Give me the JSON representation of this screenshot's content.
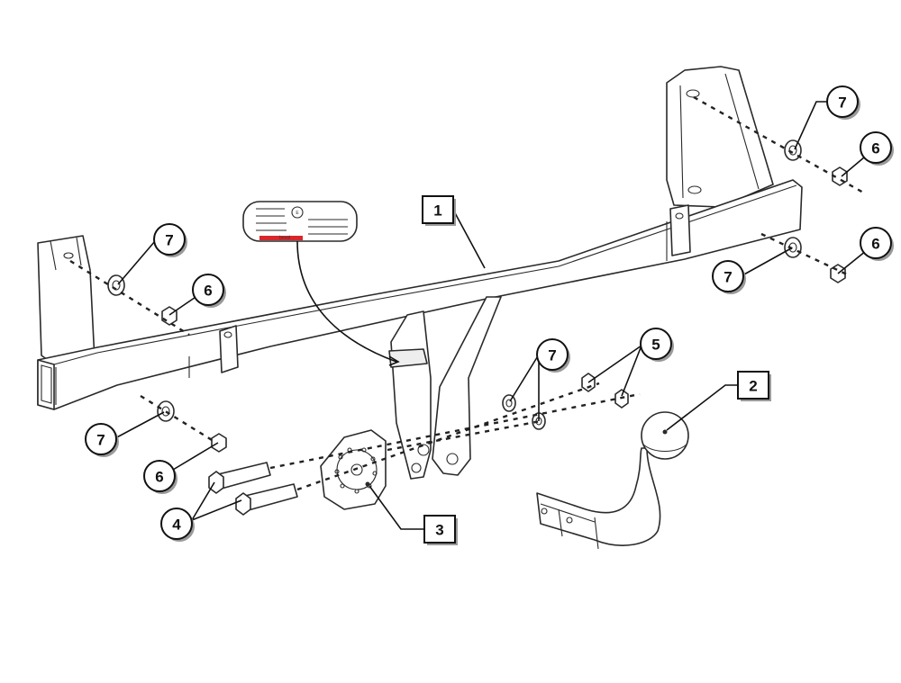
{
  "callouts": [
    {
      "id": "c1",
      "label": "1",
      "shape": "square"
    },
    {
      "id": "c2",
      "label": "2",
      "shape": "square"
    },
    {
      "id": "c3",
      "label": "3",
      "shape": "square"
    },
    {
      "id": "c4",
      "label": "4",
      "shape": "circle"
    },
    {
      "id": "c5",
      "label": "5",
      "shape": "circle"
    },
    {
      "id": "c6a",
      "label": "6",
      "shape": "circle"
    },
    {
      "id": "c6b",
      "label": "6",
      "shape": "circle"
    },
    {
      "id": "c6c",
      "label": "6",
      "shape": "circle"
    },
    {
      "id": "c6d",
      "label": "6",
      "shape": "circle"
    },
    {
      "id": "c7a",
      "label": "7",
      "shape": "circle"
    },
    {
      "id": "c7b",
      "label": "7",
      "shape": "circle"
    },
    {
      "id": "c7c",
      "label": "7",
      "shape": "circle"
    },
    {
      "id": "c7d",
      "label": "7",
      "shape": "circle"
    },
    {
      "id": "c7e",
      "label": "7",
      "shape": "circle"
    }
  ],
  "type_plate": {
    "brand": "bosal",
    "approval_mark": "E"
  },
  "colors": {
    "line": "#2a2a2a",
    "plate_brand": "#d9262b"
  }
}
